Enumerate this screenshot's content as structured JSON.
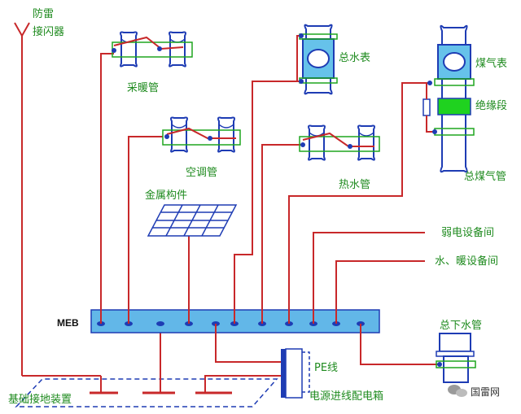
{
  "labels": {
    "lightning_1": "防雷",
    "lightning_2": "接闪器",
    "heating_pipe": "采暖管",
    "water_meter": "总水表",
    "gas_meter": "煤气表",
    "insulation": "绝缘段",
    "main_gas": "总煤气管",
    "ac_pipe": "空调管",
    "hot_water": "热水管",
    "metal_parts": "金属构件",
    "weak_elec": "弱电设备间",
    "water_heat_room": "水、暖设备间",
    "meb": "MEB",
    "main_drain": "总下水管",
    "pe_line": "PE线",
    "power_box": "电源进线配电箱",
    "foundation": "基础接地装置",
    "watermark": "国雷网"
  },
  "colors": {
    "wire": "#c8282a",
    "pipe_blue": "#1e3cb4",
    "bond_green": "#1fa51f",
    "meb_fill": "#62b7e8",
    "meter_fill": "#66c2ea",
    "insul_fill": "#1fd21f",
    "text_green": "#1f8b1f"
  }
}
